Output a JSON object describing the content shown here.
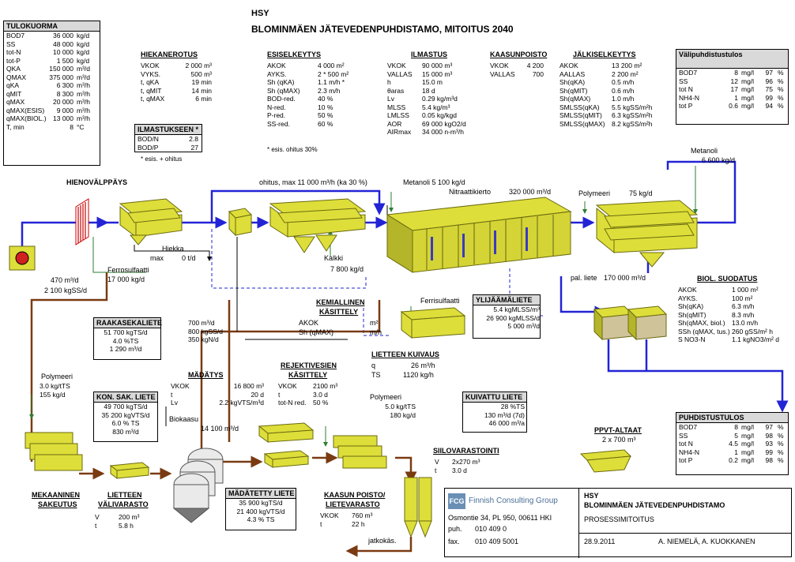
{
  "header": {
    "org": "HSY",
    "title": "BLOMINMÄEN JÄTEVEDENPUHDISTAMO,  MITOITUS 2040"
  },
  "tulokuorma": {
    "title": "TULOKUORMA",
    "rows": [
      [
        "BOD7",
        "36 000",
        "kg/d"
      ],
      [
        "SS",
        "48 000",
        "kg/d"
      ],
      [
        "tot-N",
        "10 000",
        "kg/d"
      ],
      [
        "tot-P",
        "1 500",
        "kg/d"
      ],
      [
        "QKA",
        "150 000",
        "m³/d"
      ],
      [
        "QMAX",
        "375 000",
        "m³/d"
      ],
      [
        "qKA",
        "6 300",
        "m³/h"
      ],
      [
        "qMIT",
        "8 300",
        "m³/h"
      ],
      [
        "qMAX",
        "20 000",
        "m³/h"
      ],
      [
        "qMAX(ESIS)",
        "9 000",
        "m³/h"
      ],
      [
        "qMAX(BIOL.)",
        "13 000",
        "m³/h"
      ],
      [
        "T, min",
        "8",
        "°C"
      ]
    ]
  },
  "hiekanerotus": {
    "title": "HIEKANEROTUS",
    "rows": [
      [
        "VKOK",
        "2 000 m³"
      ],
      [
        "VYKS.",
        "500 m³"
      ],
      [
        "t, qKA",
        "19 min"
      ],
      [
        "t, qMIT",
        "14 min"
      ],
      [
        "t, qMAX",
        "6 min"
      ]
    ]
  },
  "ilmastukseen": {
    "title": "ILMASTUKSEEN *",
    "rows": [
      [
        "BOD/N",
        "2.8"
      ],
      [
        "BOD/P",
        "27"
      ]
    ],
    "note": "* esis. + ohitus"
  },
  "esiselkeytys": {
    "title": "ESISELKEYTYS",
    "rows": [
      [
        "AKOK",
        "4 000 m²"
      ],
      [
        "AYKS.",
        "2 * 500 m²"
      ],
      [
        "Sh (qKA)",
        "1.1 m/h *"
      ],
      [
        "Sh (qMAX)",
        "2.3 m/h"
      ],
      [
        "BOD-red.",
        "40 %"
      ],
      [
        "N-red.",
        "10 %"
      ],
      [
        "P-red.",
        "50 %"
      ],
      [
        "SS-red.",
        "60 %"
      ]
    ],
    "note": "* esis. ohitus 30%"
  },
  "ilmastus": {
    "title": "ILMASTUS",
    "rows": [
      [
        "VKOK",
        "90 000 m³"
      ],
      [
        "VALLAS",
        "15 000 m³"
      ],
      [
        "h",
        "15.0 m"
      ],
      [
        "θaras",
        "18 d"
      ],
      [
        "Lv",
        "0.29 kg/m³d"
      ],
      [
        "MLSS",
        "5.4 kg/m³"
      ],
      [
        "LMLSS",
        "0.05 kg/kgd"
      ],
      [
        "AOR",
        "69 000 kgO2/d"
      ],
      [
        "AIRmax",
        "34 000 n-m³/h"
      ]
    ]
  },
  "kaasunpoisto": {
    "title": "KAASUNPOISTO",
    "rows": [
      [
        "VKOK",
        "4 200"
      ],
      [
        "VALLAS",
        "700"
      ]
    ]
  },
  "jalkiselkeytys": {
    "title": "JÄLKISELKEYTYS",
    "rows": [
      [
        "AKOK",
        "13 200 m²"
      ],
      [
        "AALLAS",
        "2 200 m²"
      ],
      [
        "Sh(qKA)",
        "0.5 m/h"
      ],
      [
        "Sh(qMIT)",
        "0.6 m/h"
      ],
      [
        "Sh(qMAX)",
        "1.0 m/h"
      ],
      [
        "SMLSS(qKA)",
        "5.5 kgSS/m²h"
      ],
      [
        "SMLSS(qMIT)",
        "6.3 kgSS/m²h"
      ],
      [
        "SMLSS(qMAX)",
        "8.2 kgSS/m²h"
      ]
    ]
  },
  "valipuhdistus": {
    "title": "Välipuhdistustulos",
    "rows": [
      [
        "BOD7",
        "8",
        "mg/l",
        "97",
        "%"
      ],
      [
        "SS",
        "12",
        "mg/l",
        "96",
        "%"
      ],
      [
        "tot N",
        "17",
        "mg/l",
        "75",
        "%"
      ],
      [
        "NH4-N",
        "1",
        "mg/l",
        "99",
        "%"
      ],
      [
        "tot P",
        "0.6",
        "mg/l",
        "94",
        "%"
      ]
    ]
  },
  "flow": {
    "hienovalppays": "HIENOVÄLPPÄYS",
    "ohitus": "ohitus, max  11 000 m³/h (ka 30  %)",
    "metanoli1": "Metanoli   5 100 kg/d",
    "nitraattikierto": "Nitraattikierto",
    "nitraatti_val": "320 000    m³/d",
    "polymeeri1": "Polymeeri",
    "polymeeri1_val": "75 kg/d",
    "metanoli2": "Metanoli",
    "metanoli2_val": "6 600 kg/d",
    "hiekka": "Hiekka",
    "hiekka_max": "max",
    "hiekka_val": "0 t/d",
    "ferrosulfaatti": "Ferrosulfaatti",
    "ferrosulfaatti_val": "17 000 kg/d",
    "kalkki": "Kalkki",
    "kalkki_val": "7 800 kg/d",
    "flow470": "470 m³/d",
    "flow2100": "2 100 kgSS/d",
    "pal_liete": "pal. liete",
    "pal_liete_val": "170 000  m³/d",
    "kemiallinen": "KEMIALLINEN",
    "kasittely": "KÄSITTELY",
    "kem_a": "AKOK",
    "kem_a_u": "m²",
    "kem_sh": "Sh (qMAX)",
    "kem_sh_u": "m/h",
    "ferro2": "Ferrisulfaatti",
    "ylijaamaliete": "YLIJÄÄMÄLIETE",
    "yl_rows": [
      "5.4 kgMLSS/m³",
      "26 900 kgMLSS/d",
      "5 000 m³/d"
    ],
    "raakasekaliete": "RAAKASEKALIETE",
    "rs_rows": [
      "51 700 kgTS/d",
      "4.0 %TS",
      "1 290 m³/d"
    ],
    "rs_side": [
      "700 m³/d",
      "800 kgSS/d",
      "350 kgN/d"
    ],
    "lietteen_kuivaus": "LIETTEEN KUIVAUS",
    "lk_q": "q",
    "lk_q_val": "26 m³/h",
    "lk_ts": "TS",
    "lk_ts_val": "1120 kg/h",
    "polymeeri2": "Polymeeri",
    "pol2_rows": [
      "3.0 kg/tTS",
      "155 kg/d"
    ],
    "madatys": "MÄDÄTYS",
    "md_rows": [
      [
        "VKOK",
        "16 800 m³"
      ],
      [
        "t",
        "20 d"
      ],
      [
        "Lv",
        "2.2 kgVTS/m³d"
      ]
    ],
    "biokaasu": "Biokaasu",
    "biokaasu_val": "14 100 m³/d",
    "rejektivesien": "REJEKTIVESIEN",
    "rej_kasittely": "KÄSITTELY",
    "rej_rows": [
      [
        "VKOK",
        "2100 m³"
      ],
      [
        "t",
        "3.0 d"
      ],
      [
        "tot-N red.",
        "50 %"
      ]
    ],
    "polymeeri3": "Polymeeri",
    "pol3_rows": [
      "5.0 kg/tTS",
      "180 kg/d"
    ],
    "kuivattu": "KUIVATTU LIETE",
    "kuiv_rows": [
      "28 %TS",
      "130 m³/d (7d)",
      "46 000 m³/a"
    ],
    "ppvt": "PPVT-ALTAAT",
    "ppvt_val": "2 x 700 m³",
    "konsak": "KON. SAK. LIETE",
    "ks_rows": [
      "49 700 kgTS/d",
      "35 200 kgVTS/d",
      "6.0 % TS",
      "830 m³/d"
    ],
    "mekaaninen": "MEKAANINEN",
    "saken": "SAKEUTUS",
    "lietteen": "LIETTEEN",
    "valivarasto": "VÄLIVARASTO",
    "lv_rows": [
      [
        "V",
        "200 m³"
      ],
      [
        "t",
        "5.8 h"
      ]
    ],
    "madatetty": "MÄDÄTETTY LIETE",
    "mdl_rows": [
      "35 900 kgTS/d",
      "21 400 kgVTS/d",
      "4.3 % TS"
    ],
    "kaasun_poisto": "KAASUN POISTO/",
    "lietevarasto": "LIETEVARASTO",
    "kp_rows": [
      [
        "VKOK",
        "760 m³"
      ],
      [
        "t",
        "22 h"
      ]
    ],
    "jatkokas": "jatkokäs.",
    "siilo": "SIILOVARASTOINTI",
    "siilo_rows": [
      [
        "V",
        "2x270 m³"
      ],
      [
        "t",
        "3.0 d"
      ]
    ],
    "biol": "BIOL. SUODATUS",
    "biol_rows": [
      [
        "AKOK",
        "1 000 m²"
      ],
      [
        "AYKS.",
        "100 m²"
      ],
      [
        "Sh(qKA)",
        "6.3 m/h"
      ],
      [
        "Sh(qMIT)",
        "8.3 m/h"
      ],
      [
        "Sh(qMAX, biol.)",
        "13.0 m/h"
      ],
      [
        "SSh (qMAX, tus.)",
        "260 gSS/m² h"
      ],
      [
        "S NO3-N",
        "1.1 kgNO3/m² d"
      ]
    ]
  },
  "puhdistustulos": {
    "title": "PUHDISTUSTULOS",
    "rows": [
      [
        "BOD7",
        "8",
        "mg/l",
        "97",
        "%"
      ],
      [
        "SS",
        "5",
        "mg/l",
        "98",
        "%"
      ],
      [
        "tot N",
        "4.5",
        "mg/l",
        "93",
        "%"
      ],
      [
        "NH4-N",
        "1",
        "mg/l",
        "99",
        "%"
      ],
      [
        "tot P",
        "0.2",
        "mg/l",
        "98",
        "%"
      ]
    ]
  },
  "titleblock": {
    "logo": "FCG",
    "company": "Finnish Consulting Group",
    "address": "Osmontie 34, PL 950, 00611 HKI",
    "puh_l": "puh.",
    "puh": "010 409 0",
    "fax_l": "fax.",
    "fax": "010 409 5001",
    "org": "HSY",
    "plant": "BLOMINMÄEN JÄTEVEDENPUHDISTAMO",
    "doc": "PROSESSIMITOITUS",
    "date": "28.9.2011",
    "authors": "A. NIEMELÄ, A. KUOKKANEN"
  },
  "colors": {
    "water": "#2323d6",
    "sludge": "#7a3a12",
    "chem": "#2e7d32",
    "tank": "#dede3a",
    "tank_dark": "#8e8e1a"
  }
}
